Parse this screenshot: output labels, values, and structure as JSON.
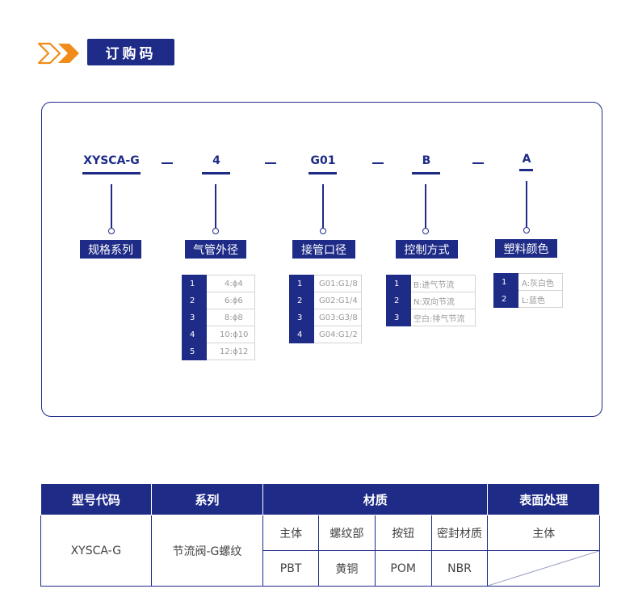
{
  "header": {
    "title": "订购码",
    "colors": {
      "chevron_outline": "#f08c1a",
      "chevron_fill": "#f08c1a",
      "accent": "#1e2b87"
    }
  },
  "code": {
    "segments": [
      "XYSCA-G",
      "4",
      "G01",
      "B",
      "A"
    ],
    "labels": [
      "规格系列",
      "气管外径",
      "接管口径",
      "控制方式",
      "塑料颜色"
    ]
  },
  "options": {
    "tube_diameter": [
      {
        "num": "1",
        "val": "4:ϕ4"
      },
      {
        "num": "2",
        "val": "6:ϕ6"
      },
      {
        "num": "3",
        "val": "8:ϕ8"
      },
      {
        "num": "4",
        "val": "10:ϕ10"
      },
      {
        "num": "5",
        "val": "12:ϕ12"
      }
    ],
    "port_size": [
      {
        "num": "1",
        "val": "G01:G1/8"
      },
      {
        "num": "2",
        "val": "G02:G1/4"
      },
      {
        "num": "3",
        "val": "G03:G3/8"
      },
      {
        "num": "4",
        "val": "G04:G1/2"
      }
    ],
    "control": [
      {
        "num": "1",
        "val": "B:进气节流"
      },
      {
        "num": "2",
        "val": "N:双向节流"
      },
      {
        "num": "3",
        "val": "空白:排气节流"
      }
    ],
    "color": [
      {
        "num": "1",
        "val": "A:灰白色"
      },
      {
        "num": "2",
        "val": "L:蓝色"
      }
    ]
  },
  "spec": {
    "headers": [
      "型号代码",
      "系列",
      "材质",
      "表面处理"
    ],
    "model": "XYSCA-G",
    "series": "节流阀-G螺纹",
    "material_parts": [
      "主体",
      "螺纹部",
      "按钮",
      "密封材质"
    ],
    "material_values": [
      "PBT",
      "黄铜",
      "POM",
      "NBR"
    ],
    "surface_part": "主体"
  }
}
